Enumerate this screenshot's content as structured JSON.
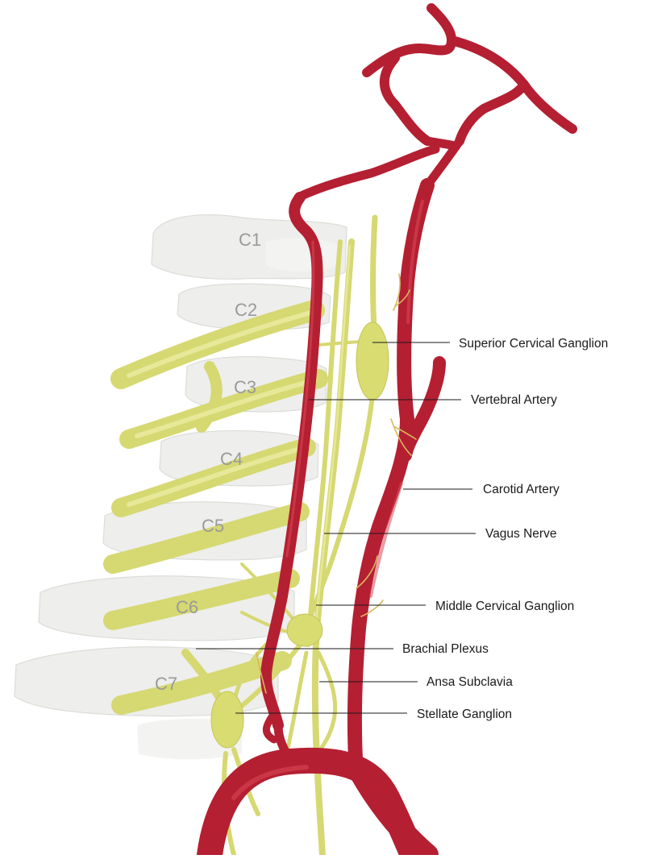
{
  "vertebrae": [
    {
      "id": "c1",
      "label": "C1"
    },
    {
      "id": "c2",
      "label": "C2"
    },
    {
      "id": "c3",
      "label": "C3"
    },
    {
      "id": "c4",
      "label": "C4"
    },
    {
      "id": "c5",
      "label": "C5"
    },
    {
      "id": "c6",
      "label": "C6"
    },
    {
      "id": "c7",
      "label": "C7"
    }
  ],
  "callouts": [
    {
      "id": "superior-cervical-ganglion",
      "label": "Superior Cervical Ganglion"
    },
    {
      "id": "vertebral-artery",
      "label": "Vertebral Artery"
    },
    {
      "id": "carotid-artery",
      "label": "Carotid Artery"
    },
    {
      "id": "vagus-nerve",
      "label": "Vagus Nerve"
    },
    {
      "id": "middle-cervical-ganglion",
      "label": "Middle Cervical Ganglion"
    },
    {
      "id": "brachial-plexus",
      "label": "Brachial Plexus"
    },
    {
      "id": "ansa-subclavia",
      "label": "Ansa Subclavia"
    },
    {
      "id": "stellate-ganglion",
      "label": "Stellate Ganglion"
    }
  ],
  "colors": {
    "artery": "#b51f32",
    "nerve": "#d6d872",
    "bone": "#eeeeec"
  }
}
